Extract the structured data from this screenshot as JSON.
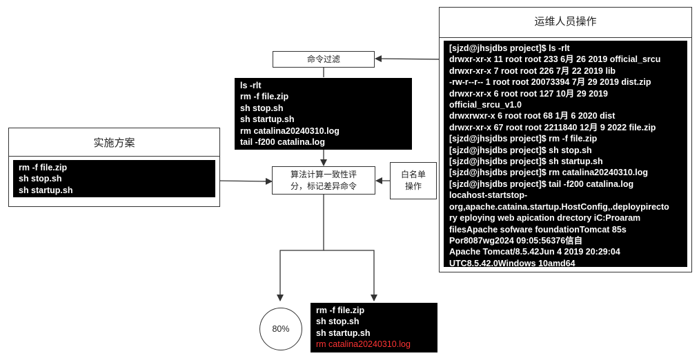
{
  "ops_panel": {
    "title": "运维人员操作",
    "terminal_lines": [
      "[sjzd@jhsjdbs project]$ ls -rlt",
      "drwxr-xr-x 11 root root 233 6月 26 2019 official_srcu",
      "drwxr-xr-x 7 root root 226 7月 22 2019 lib",
      "-rw-r--r-- 1 root root 20073394 7月 29 2019 dist.zip",
      "drwxr-xr-x 6 root root 127 10月 29 2019",
      "official_srcu_v1.0",
      "drwxrwxr-x 6 root root 68 1月 6 2020 dist",
      "drwxr-xr-x 67 root root 2211840 12月 9 2022 file.zip",
      "[sjzd@jhsjdbs project]$ rm -f file.zip",
      "[sjzd@jhsjdbs project]$ sh stop.sh",
      "[sjzd@jhsjdbs project]$ sh startup.sh",
      "[sjzd@jhsjdbs project]$ rm catalina20240310.log",
      "[sjzd@jhsjdbs project]$ tail -f200 catalina.log",
      "locahost-startstop-",
      "org,apache.cataina.startup.HostConfig,.deploypirecto",
      "ry eploying web apication drectory iC:Proaram",
      "filesApache sofware foundationTomcat 85s",
      "Por8087wg2024 09:05:56376信自",
      "Apache Tomcat/8.5.42Jun 4 2019 20:29:04",
      "UTC8.5.42.0Windows 10amd64"
    ]
  },
  "filter_box": {
    "label": "命令过滤"
  },
  "filtered_commands": [
    "ls -rlt",
    "rm -f file.zip",
    "sh stop.sh",
    "sh startup.sh",
    "rm catalina20240310.log",
    "tail -f200 catalina.log"
  ],
  "plan_panel": {
    "title": "实施方案",
    "commands": [
      "rm -f file.zip",
      "sh stop.sh",
      "sh startup.sh"
    ]
  },
  "algorithm_box": {
    "line1": "算法计算一致性评",
    "line2": "分，标记差异命令"
  },
  "whitelist_box": {
    "line1": "白名单",
    "line2": "操作"
  },
  "score": {
    "value": "80%"
  },
  "result_commands": {
    "normal": [
      "rm -f file.zip",
      "sh stop.sh",
      "sh startup.sh"
    ],
    "flagged": "rm catalina20240310.log",
    "flag_color": "#ff3333"
  }
}
